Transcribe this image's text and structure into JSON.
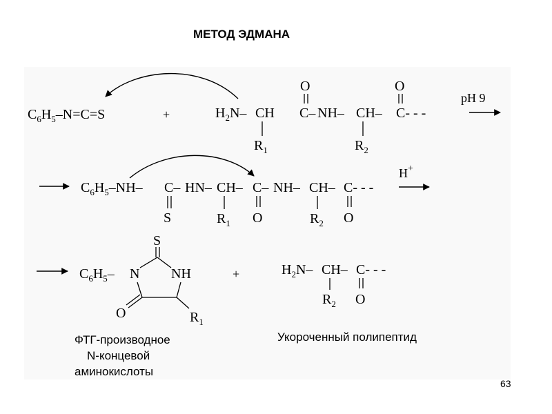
{
  "slide": {
    "title": "МЕТОД ЭДМАНА",
    "page_number": "63"
  },
  "row1": {
    "reagent": [
      "C",
      "6",
      "H",
      "5",
      "–N=C=S"
    ],
    "plus": "+",
    "h2n": [
      "H",
      "2",
      "N–"
    ],
    "ch1": "CH",
    "c1": "C–",
    "nh": "NH–",
    "ch2": "CH–",
    "c2": "C- - -",
    "o1": "O",
    "o2": "O",
    "r1": [
      "R",
      "1"
    ],
    "r2": [
      "R",
      "2"
    ],
    "condition": "pH 9"
  },
  "row2": {
    "reagent": [
      "C",
      "6",
      "H",
      "5",
      "–NH–"
    ],
    "c_s": "C–",
    "hn": "HN–",
    "ch1": "CH–",
    "c1": "C–",
    "nh": "NH–",
    "ch2": "CH–",
    "c2": "C- - -",
    "s": "S",
    "o1": "O",
    "o2": "O",
    "r1": [
      "R",
      "1"
    ],
    "r2": [
      "R",
      "2"
    ],
    "condition": [
      "H",
      "+"
    ]
  },
  "row3": {
    "reagent": [
      "C",
      "6",
      "H",
      "5",
      "–"
    ],
    "ring_n": "N",
    "ring_nh": "NH",
    "ring_s": "S",
    "ring_o": "O",
    "ring_r": [
      "R",
      "1"
    ],
    "plus": "+",
    "h2n": [
      "H",
      "2",
      "N–"
    ],
    "ch": "CH–",
    "c": "C- - -",
    "o": "O",
    "r2": [
      "R",
      "2"
    ]
  },
  "captions": {
    "ptg_line1": "ФТГ-производное",
    "ptg_line2": "N-концевой",
    "ptg_line3": "аминокислоты",
    "peptide": "Укороченный полипептид"
  }
}
